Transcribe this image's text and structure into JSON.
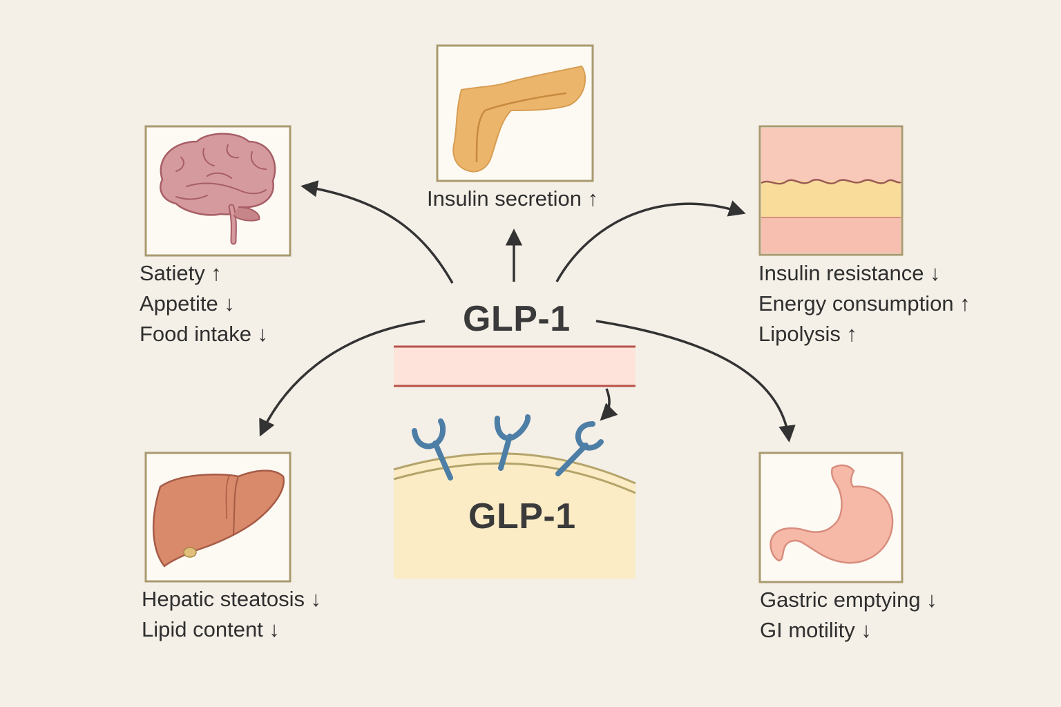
{
  "center": {
    "title": "GLP-1",
    "cell_label": "GLP-1"
  },
  "pancreas": {
    "icon": "pancreas-icon",
    "effects": [
      "Insulin secretion ↑"
    ]
  },
  "brain": {
    "icon": "brain-icon",
    "effects": [
      "Satiety ↑",
      "Appetite ↓",
      "Food intake ↓"
    ]
  },
  "adipose": {
    "icon": "adipose-tissue-icon",
    "effects": [
      "Insulin resistance ↓",
      "Energy consumption ↑",
      "Lipolysis ↑"
    ]
  },
  "liver": {
    "icon": "liver-icon",
    "effects": [
      "Hepatic steatosis ↓",
      "Lipid content ↓"
    ]
  },
  "stomach": {
    "icon": "stomach-icon",
    "effects": [
      "Gastric emptying ↓",
      "GI motility ↓"
    ]
  },
  "colors": {
    "background": "#f4efe7",
    "frame": "#a99a6f",
    "arrow": "#333333",
    "receptor": "#4d7ea6",
    "membrane_band": "#fde3da",
    "membrane_line": "#b8524a",
    "cell": "#fbecc6"
  }
}
